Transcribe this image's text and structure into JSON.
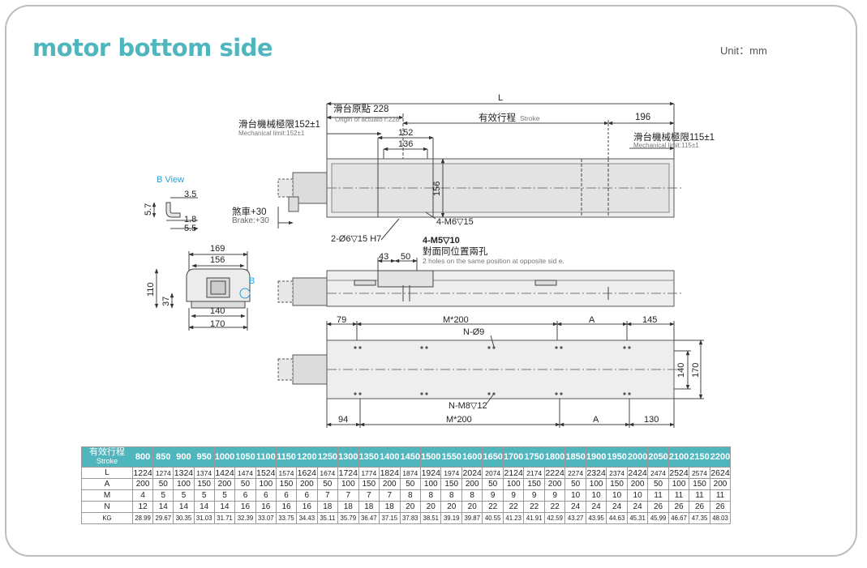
{
  "title": "motor bottom side",
  "unit": "Unit：mm",
  "colors": {
    "accent": "#4fb6be",
    "bview": "#2a9fd6"
  },
  "drawing": {
    "L": "L",
    "origin_cn": "滑台原點 228",
    "origin_en": "Origin of actuato r:228",
    "stroke_cn": "有效行程",
    "stroke_en": "Stroke",
    "dim_196": "196",
    "mech_left_cn": "滑台機械極限152±1",
    "mech_left_en": "Mechanical limit:152±1",
    "mech_right_cn": "滑台機械極限115±1",
    "mech_right_en": "Mechanical limit:115±1",
    "dim_152": "152",
    "dim_136": "136",
    "dim_156_v": "156",
    "brake_cn": "煞車+30",
    "brake_en": "Brake:+30",
    "m6": "4-M6▽15",
    "pin": "2-Ø6▽15 H7",
    "m5": "4-M5▽10",
    "holes_cn": "對面同位置兩孔",
    "holes_en": "2 holes on the same position at opposite sid e.",
    "dim_43": "43",
    "dim_50": "50",
    "bview": "B View",
    "b_label": "B",
    "dim_3_5": "3.5",
    "dim_5_7": "5.7",
    "dim_1_8": "1.8",
    "dim_5_5": "5.5",
    "dim_169": "169",
    "dim_156": "156",
    "dim_110": "110",
    "dim_37": "37",
    "dim_140": "140",
    "dim_170": "170",
    "dim_79": "79",
    "m200_top": "M*200",
    "a_top": "A",
    "dim_145": "145",
    "n_phi9": "N-Ø9",
    "n_m8": "N-M8▽12",
    "dim_94": "94",
    "m200_bot": "M*200",
    "a_bot": "A",
    "dim_130": "130",
    "dim_140_r": "140",
    "dim_170_r": "170"
  },
  "table": {
    "header_cn": "有效行程",
    "header_en": "Stroke",
    "strokes": [
      "800",
      "850",
      "900",
      "950",
      "1000",
      "1050",
      "1100",
      "1150",
      "1200",
      "1250",
      "1300",
      "1350",
      "1400",
      "1450",
      "1500",
      "1550",
      "1600",
      "1650",
      "1700",
      "1750",
      "1800",
      "1850",
      "1900",
      "1950",
      "2000",
      "2050",
      "2100",
      "2150",
      "2200"
    ],
    "rows": [
      {
        "label": "L",
        "values": [
          "1224",
          "1274",
          "1324",
          "1374",
          "1424",
          "1474",
          "1524",
          "1574",
          "1624",
          "1674",
          "1724",
          "1774",
          "1824",
          "1874",
          "1924",
          "1974",
          "2024",
          "2074",
          "2124",
          "2174",
          "2224",
          "2274",
          "2324",
          "2374",
          "2424",
          "2474",
          "2524",
          "2574",
          "2624"
        ]
      },
      {
        "label": "A",
        "values": [
          "200",
          "50",
          "100",
          "150",
          "200",
          "50",
          "100",
          "150",
          "200",
          "50",
          "100",
          "150",
          "200",
          "50",
          "100",
          "150",
          "200",
          "50",
          "100",
          "150",
          "200",
          "50",
          "100",
          "150",
          "200",
          "50",
          "100",
          "150",
          "200"
        ]
      },
      {
        "label": "M",
        "values": [
          "4",
          "5",
          "5",
          "5",
          "5",
          "6",
          "6",
          "6",
          "6",
          "7",
          "7",
          "7",
          "7",
          "8",
          "8",
          "8",
          "8",
          "9",
          "9",
          "9",
          "9",
          "10",
          "10",
          "10",
          "10",
          "11",
          "11",
          "11",
          "11"
        ]
      },
      {
        "label": "N",
        "values": [
          "12",
          "14",
          "14",
          "14",
          "14",
          "16",
          "16",
          "16",
          "16",
          "18",
          "18",
          "18",
          "18",
          "20",
          "20",
          "20",
          "20",
          "22",
          "22",
          "22",
          "22",
          "24",
          "24",
          "24",
          "24",
          "26",
          "26",
          "26",
          "26"
        ]
      },
      {
        "label": "KG",
        "values": [
          "28.99",
          "29.67",
          "30.35",
          "31.03",
          "31.71",
          "32.39",
          "33.07",
          "33.75",
          "34.43",
          "35.11",
          "35.79",
          "36.47",
          "37.15",
          "37.83",
          "38.51",
          "39.19",
          "39.87",
          "40.55",
          "41.23",
          "41.91",
          "42.59",
          "43.27",
          "43.95",
          "44.63",
          "45.31",
          "45.99",
          "46.67",
          "47.35",
          "48.03"
        ]
      }
    ]
  }
}
